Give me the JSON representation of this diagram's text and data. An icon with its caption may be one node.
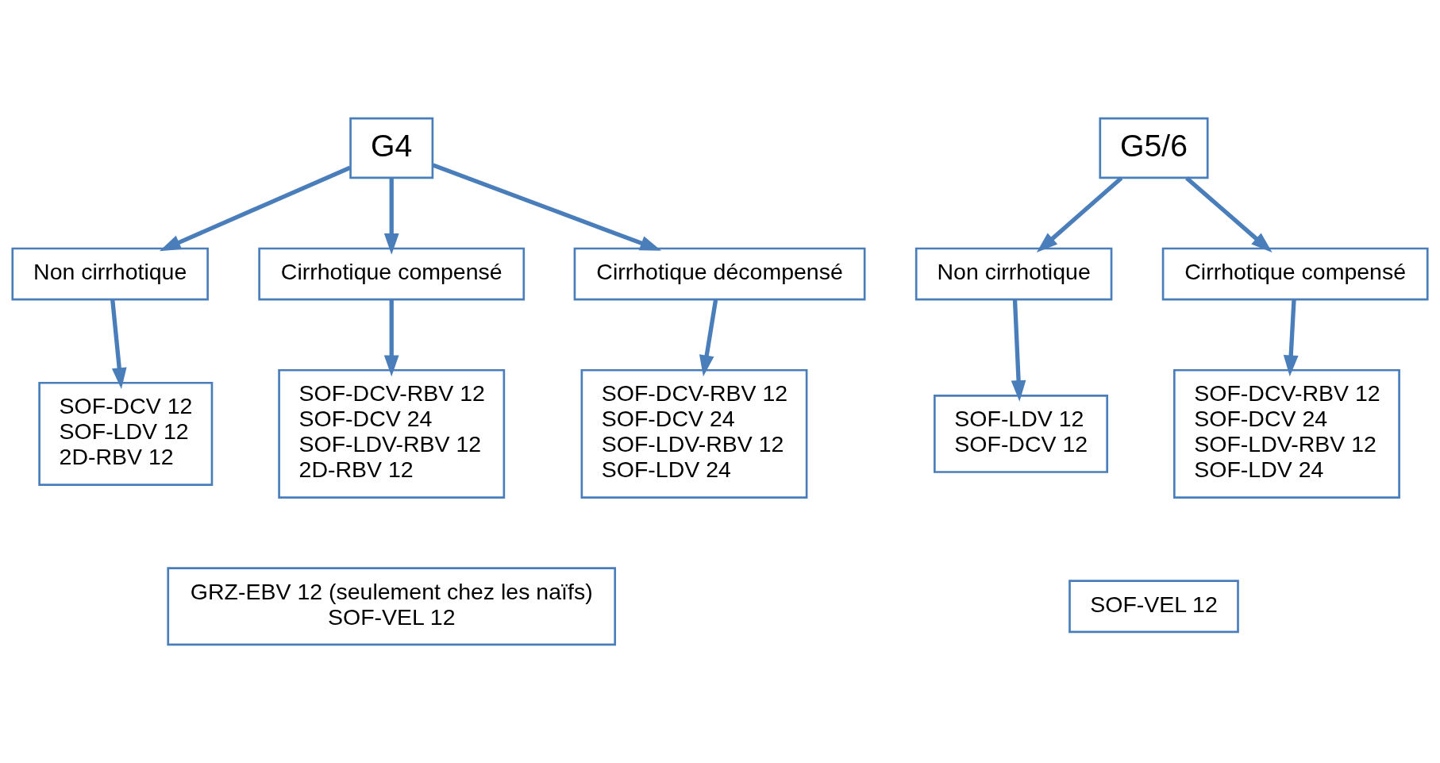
{
  "diagram": {
    "nodes": [
      {
        "text": [
          "G4"
        ]
      },
      {
        "text": [
          "Non cirrhotique"
        ]
      },
      {
        "text": [
          "Cirrhotique compensé"
        ]
      },
      {
        "text": [
          "Cirrhotique décompensé"
        ]
      },
      {
        "text": [
          "SOF-DCV 12",
          "SOF-LDV 12",
          "2D-RBV 12"
        ]
      },
      {
        "text": [
          "SOF-DCV-RBV 12",
          "SOF-DCV 24",
          "SOF-LDV-RBV 12",
          "2D-RBV 12"
        ]
      },
      {
        "text": [
          "SOF-DCV-RBV 12",
          "SOF-DCV 24",
          "SOF-LDV-RBV 12",
          "SOF-LDV 24"
        ]
      },
      {
        "text": [
          "GRZ-EBV 12 (seulement chez les naïfs)",
          "SOF-VEL 12"
        ]
      },
      {
        "text": [
          "G5/6"
        ]
      },
      {
        "text": [
          "Non cirrhotique"
        ]
      },
      {
        "text": [
          "Cirrhotique compensé"
        ]
      },
      {
        "text": [
          "SOF-LDV 12",
          "SOF-DCV 12"
        ]
      },
      {
        "text": [
          "SOF-DCV-RBV 12",
          "SOF-DCV 24",
          "SOF-LDV-RBV 12",
          "SOF-LDV 24"
        ]
      },
      {
        "text": [
          "SOF-VEL 12"
        ]
      }
    ],
    "edges": [
      {
        "from": 0,
        "to": 1,
        "arrow": "to"
      },
      {
        "from": 0,
        "to": 2,
        "arrow": "to"
      },
      {
        "from": 0,
        "to": 3,
        "arrow": "to"
      },
      {
        "from": 1,
        "to": 4,
        "arrow": "to"
      },
      {
        "from": 2,
        "to": 5,
        "arrow": "to"
      },
      {
        "from": 3,
        "to": 6,
        "arrow": "to"
      },
      {
        "from": 8,
        "to": 9,
        "arrow": "to"
      },
      {
        "from": 8,
        "to": 10,
        "arrow": "to"
      },
      {
        "from": 9,
        "to": 11,
        "arrow": "to"
      },
      {
        "from": 10,
        "to": 12,
        "arrow": "to"
      }
    ]
  }
}
